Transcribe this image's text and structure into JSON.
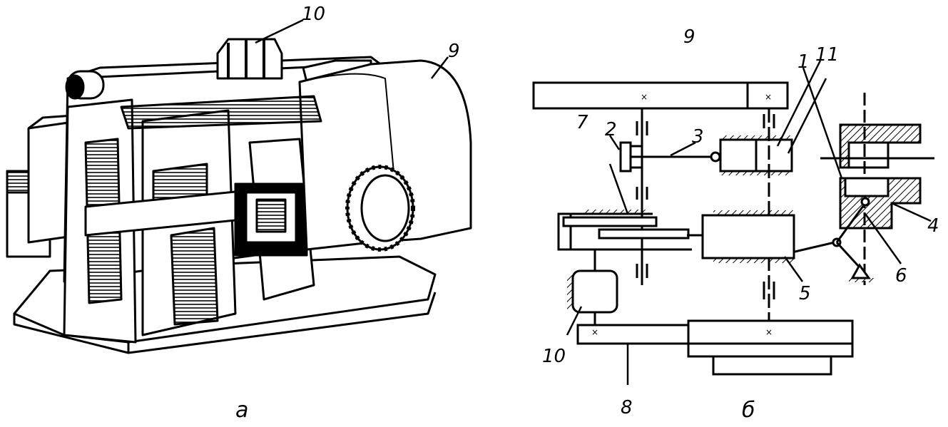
{
  "figure": {
    "panel_a": {
      "caption": "а",
      "labels": {
        "l10": "10",
        "l9": "9"
      }
    },
    "panel_b": {
      "caption": "б",
      "labels": {
        "l9": "9",
        "l11": "11",
        "l2": "2",
        "l3": "3",
        "l7": "7",
        "l1": "1",
        "l4": "4",
        "l6": "6",
        "l5": "5",
        "l10": "10",
        "l8": "8"
      }
    }
  }
}
